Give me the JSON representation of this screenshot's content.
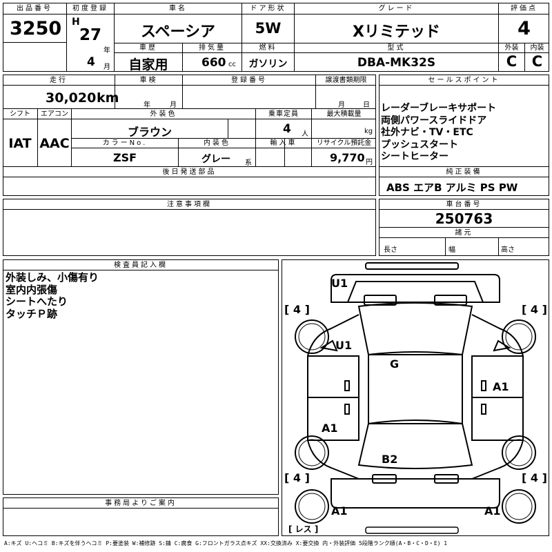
{
  "header": {
    "lot_label": "出品番号",
    "lot": "3250",
    "reg_label": "初度登録",
    "era": "H",
    "year": "27",
    "year_unit": "年",
    "month": "4",
    "month_unit": "月",
    "name_label": "車名",
    "name": "スペーシア",
    "door_label": "ドア形状",
    "door": "5W",
    "grade_label": "グレード",
    "grade": "Xリミテッド",
    "score_label": "評価点",
    "score": "4",
    "history_label": "車歴",
    "history": "自家用",
    "disp_label": "排気量",
    "disp": "660",
    "disp_unit": "cc",
    "fuel_label": "燃料",
    "fuel": "ガソリン",
    "model_label": "型式",
    "model": "DBA-MK32S",
    "ext_label": "外装",
    "ext": "C",
    "int_label": "内装",
    "int": "C"
  },
  "details": {
    "mileage_label": "走行",
    "mileage": "30,020",
    "mileage_unit": "km",
    "inspect_label": "車検",
    "inspect_year_unit": "年",
    "inspect_month_unit": "月",
    "plate_label": "登録番号",
    "transfer_label": "譲渡書類期限",
    "transfer_month_unit": "月",
    "transfer_day_unit": "日",
    "shift_label": "シフト",
    "shift": "IAT",
    "ac_label": "エアコン",
    "ac": "AAC",
    "color_label": "外装色",
    "color": "ブラウン",
    "capacity_label": "乗車定員",
    "capacity": "4",
    "capacity_unit": "人",
    "load_label": "最大積載量",
    "load_unit": "kg",
    "color_no_label": "カラーNo.",
    "color_no": "ZSF",
    "interior_color_label": "内装色",
    "interior_color": "グレー",
    "interior_color_unit": "系",
    "import_label": "輸入車",
    "recycle_label": "リサイクル預託金",
    "recycle": "9,770",
    "recycle_unit": "円",
    "later_label": "後日発送部品"
  },
  "sales": {
    "label": "セールスポイント",
    "points": [
      "レーダーブレーキサポート",
      "両側パワースライドドア",
      "社外ナビ・TV・ETC",
      "プッシュスタート",
      "シートヒーター"
    ]
  },
  "equipment": {
    "label": "純正装備",
    "items": "ABS エアB アルミ PS PW"
  },
  "notes_label": "注意事項欄",
  "chassis": {
    "label": "車台番号",
    "value": "250763"
  },
  "specs": {
    "label": "諸元",
    "length": "長さ",
    "width": "幅",
    "height": "高さ"
  },
  "inspector": {
    "label": "検査員記入欄",
    "lines": [
      "外装しみ、小傷有り",
      "室内内張傷",
      "シートへたり",
      "タッチＰ跡"
    ]
  },
  "office_label": "事務局よりご案内",
  "diagram": {
    "u1_top": "U1",
    "u1_mid": "U1",
    "g": "G",
    "a1_right": "A1",
    "a1_left": "A1",
    "b2": "B2",
    "a1_bl": "A1",
    "a1_br": "A1",
    "tire_fl": "[ 4 ]",
    "tire_fr": "[ 4 ]",
    "tire_rl": "[ 4 ]",
    "tire_rr": "[ 4 ]",
    "spare": "[ レス ]"
  },
  "legend": "A:キズ U:ヘコミ B:キズを伴うヘコミ P:要塗装 W:補修跡 S:錆 C:腐食 G:フロントガラス点キズ XX:交換済み X:要交換 内・外装評価 5段階ランク順(A・B・C・D・E) 1"
}
